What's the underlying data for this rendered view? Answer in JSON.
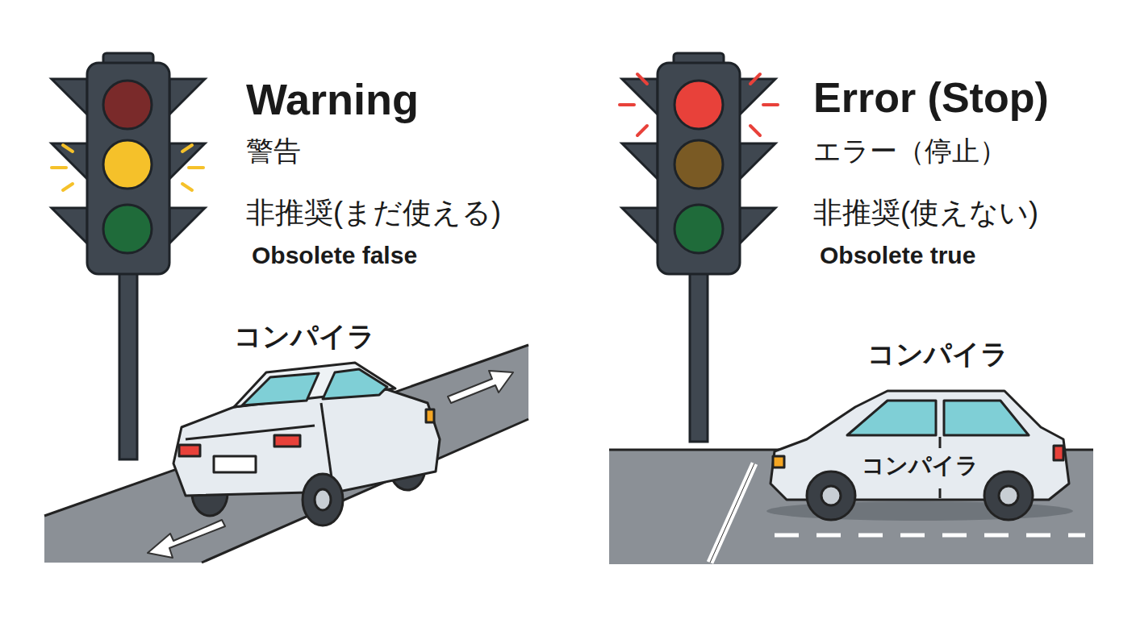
{
  "diagram": {
    "labels": [
      "Warning",
      "警告",
      "非推奨(まだ使える)",
      "Obsolete false",
      "Error (Stop)",
      "エラー（停止）",
      "非推奨(使えない)",
      "Obsolete true",
      "コンパイラ",
      "コンパイラ",
      "コンパイラ"
    ]
  }
}
